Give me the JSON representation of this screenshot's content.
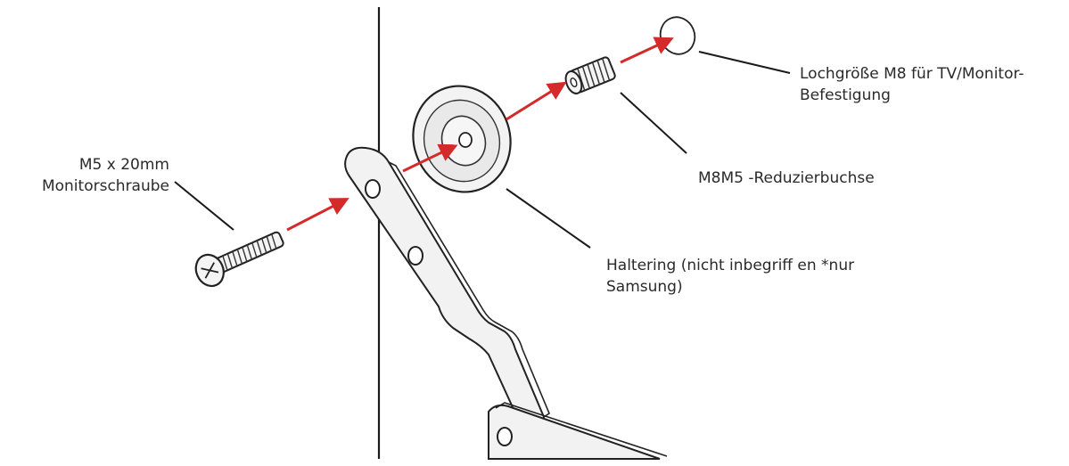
{
  "labels": {
    "screw": {
      "line1": "M5 x 20mm",
      "line2": "Monitorschraube"
    },
    "hole_size": {
      "line1": "Lochgröße M8 für TV/Monitor-",
      "line2": "Befestigung"
    },
    "bushing": {
      "line1": "M8M5 -Reduzierbuchse"
    },
    "ring": {
      "line1": "Haltering (nicht inbegriff en *nur",
      "line2": "Samsung)"
    }
  },
  "colors": {
    "arrow": "#d42a2a",
    "line": "#1a1a1a",
    "part_fill": "#f4f4f4",
    "part_stroke": "#222222"
  }
}
